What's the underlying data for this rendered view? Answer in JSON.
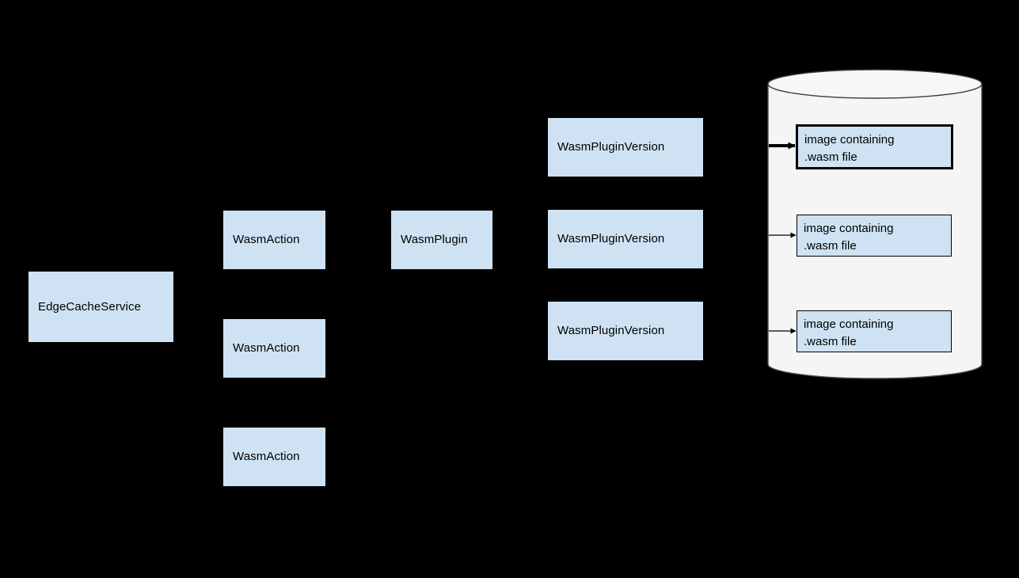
{
  "diagram": {
    "type": "architecture-flow",
    "background_color": "#000000",
    "node_fill_color": "#cfe2f3",
    "cylinder_fill_color": "#f5f5f5",
    "cylinder_stroke_color": "#4d4d4d",
    "arrow_color": "#000000",
    "nodes": [
      {
        "id": "edge-cache-service",
        "label": "EdgeCacheService"
      },
      {
        "id": "wasm-action-1",
        "label": "WasmAction"
      },
      {
        "id": "wasm-action-2",
        "label": "WasmAction"
      },
      {
        "id": "wasm-action-3",
        "label": "WasmAction"
      },
      {
        "id": "wasm-plugin",
        "label": "WasmPlugin"
      },
      {
        "id": "wasm-plugin-version-1",
        "label": "WasmPluginVersion"
      },
      {
        "id": "wasm-plugin-version-2",
        "label": "WasmPluginVersion"
      },
      {
        "id": "wasm-plugin-version-3",
        "label": "WasmPluginVersion"
      }
    ],
    "registry": {
      "id": "container-registry",
      "images": [
        {
          "id": "wasm-image-1",
          "label": "image containing\n.wasm file",
          "emphasized": true
        },
        {
          "id": "wasm-image-2",
          "label": "image containing\n.wasm file",
          "emphasized": false
        },
        {
          "id": "wasm-image-3",
          "label": "image containing\n.wasm file",
          "emphasized": false
        }
      ]
    }
  }
}
